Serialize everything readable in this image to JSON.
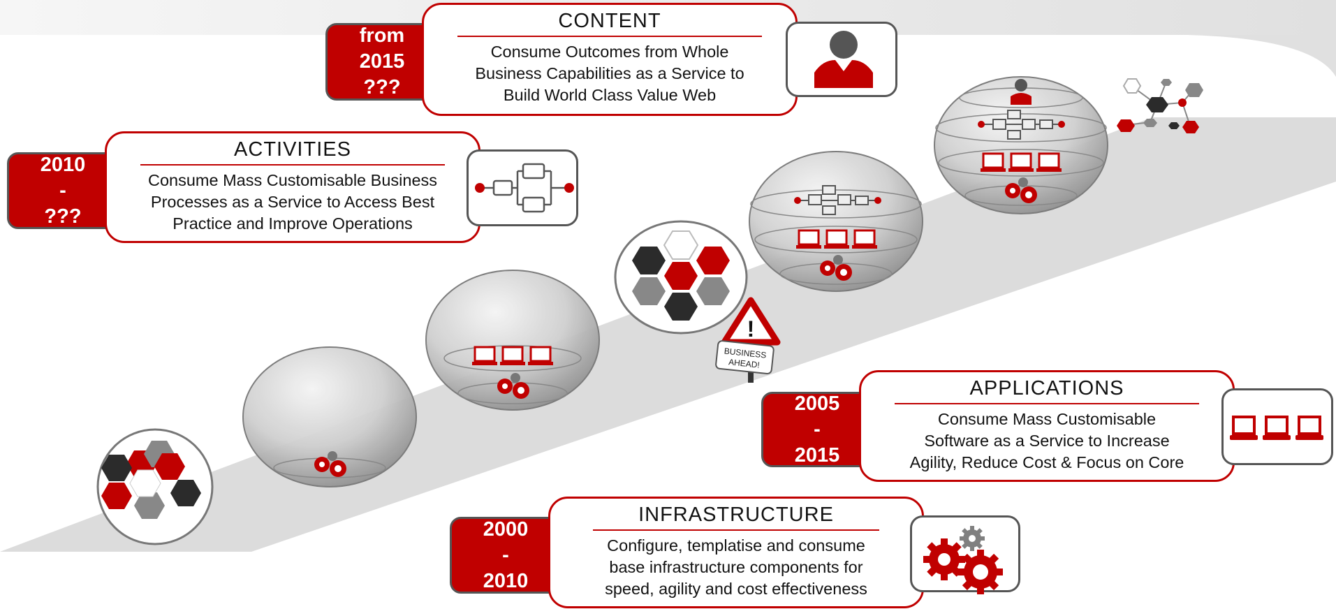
{
  "colors": {
    "accent": "#c00000",
    "dark": "#2b2b2b",
    "grey": "#808080",
    "band": "#dcdcdc"
  },
  "stages": {
    "content": {
      "title": "CONTENT",
      "period": [
        "from",
        "2015",
        "???"
      ],
      "lines": [
        "Consume Outcomes from Whole",
        "Business Capabilities as a Service to",
        "Build World Class Value Web"
      ],
      "icon": "person-icon"
    },
    "activities": {
      "title": "ACTIVITIES",
      "period": [
        "2010",
        "-",
        "???"
      ],
      "lines": [
        "Consume Mass Customisable Business",
        "Processes as a Service to Access Best",
        "Practice and Improve Operations"
      ],
      "icon": "process-flow-icon"
    },
    "applications": {
      "title": "APPLICATIONS",
      "period": [
        "2005",
        "-",
        "2015"
      ],
      "lines": [
        "Consume Mass Customisable",
        "Software as a Service to Increase",
        "Agility, Reduce Cost & Focus on Core"
      ],
      "icon": "laptops-icon"
    },
    "infrastructure": {
      "title": "INFRASTRUCTURE",
      "period": [
        "2000",
        "-",
        "2010"
      ],
      "lines": [
        "Configure, templatise and consume",
        "base infrastructure components for",
        "speed, agility and cost effectiveness"
      ],
      "icon": "gears-icon"
    }
  },
  "sign": {
    "lines": [
      "BUSINESS",
      "AHEAD!"
    ],
    "icon": "warning-icon"
  }
}
